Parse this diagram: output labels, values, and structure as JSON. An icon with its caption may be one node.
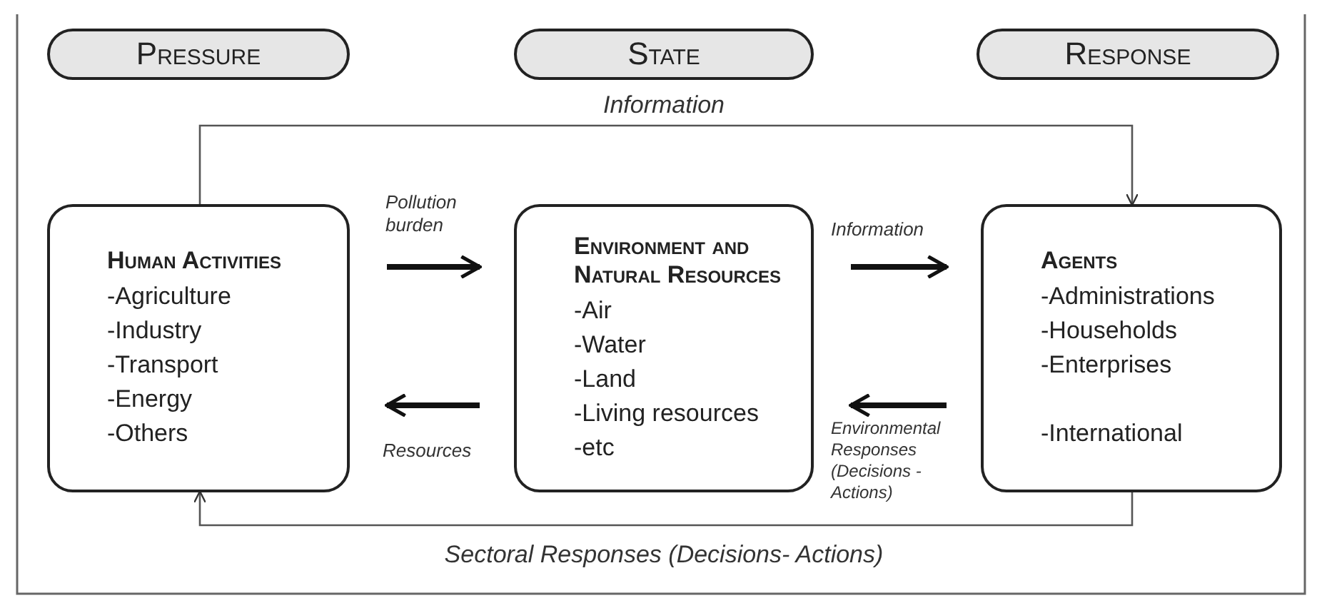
{
  "diagram": {
    "nodes": [
      {
        "text": [
          "Pressure"
        ]
      },
      {
        "text": [
          "State"
        ]
      },
      {
        "text": [
          "Response"
        ]
      },
      {
        "text": [
          "Human Activities",
          "-Agriculture",
          "-Industry",
          "-Transport",
          "-Energy",
          "-Others"
        ]
      },
      {
        "text": [
          "Environment and Natural Resources",
          "-Air",
          "-Water",
          "-Land",
          "-Living resources",
          "-etc"
        ]
      },
      {
        "text": [
          "Agents",
          "-Administrations",
          "-Households",
          "-Enterprises",
          "-International"
        ]
      }
    ],
    "edges": [
      {
        "from": 3,
        "to": 4,
        "arrow": "to",
        "label": "Pollution burden"
      },
      {
        "from": 4,
        "to": 5,
        "arrow": "to",
        "label": "Information"
      },
      {
        "from": 5,
        "to": 4,
        "arrow": "to",
        "label": "Environmental Responses (Decisions - Actions)"
      },
      {
        "from": 4,
        "to": 3,
        "arrow": "to",
        "label": "Resources"
      },
      {
        "from": 3,
        "to": 5,
        "arrow": "to",
        "label": "Information"
      },
      {
        "from": 5,
        "to": 3,
        "arrow": "to",
        "label": "Sectoral Responses (Decisions- Actions)"
      }
    ]
  }
}
